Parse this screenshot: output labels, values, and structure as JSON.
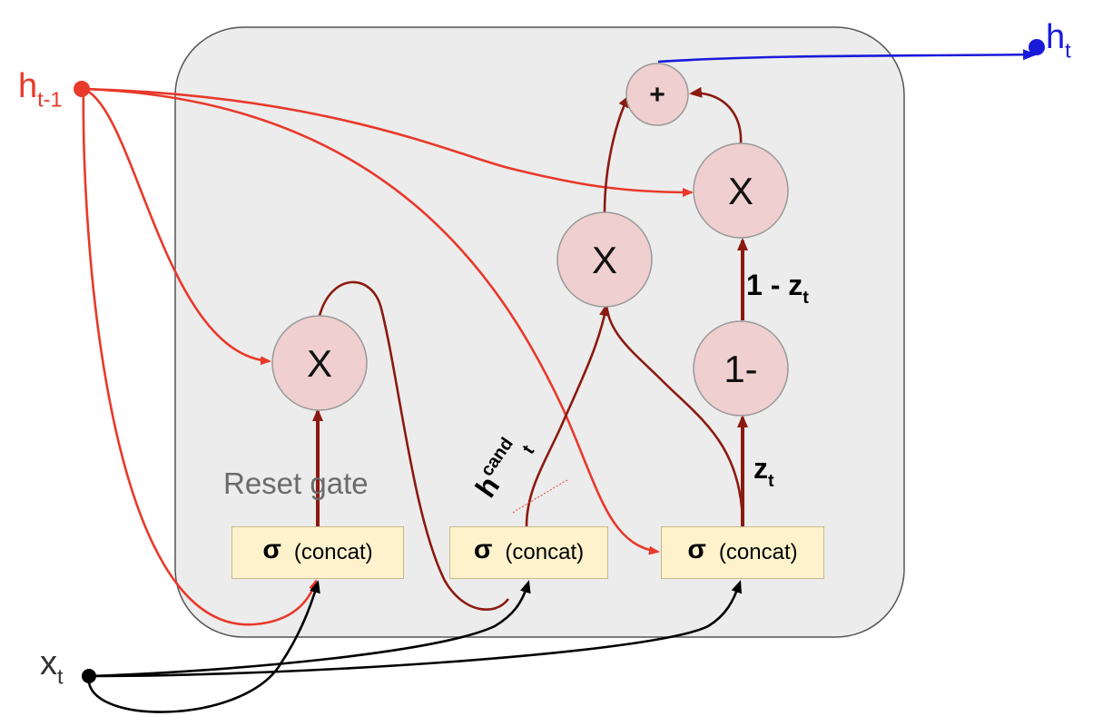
{
  "inputs": {
    "h_prev": {
      "base": "h",
      "sub": "t-1"
    },
    "x": {
      "base": "x",
      "sub": "t"
    },
    "h_out": {
      "base": "h",
      "sub": "t"
    }
  },
  "ops": {
    "reset_mult": "X",
    "cand_mult": "X",
    "keep_mult": "X",
    "one_minus": "1-",
    "add": "+"
  },
  "gates": [
    {
      "symbol": "σ",
      "text": "(concat)"
    },
    {
      "symbol": "σ",
      "text": "(concat)"
    },
    {
      "symbol": "σ",
      "text": "(concat)"
    }
  ],
  "labels": {
    "reset_gate": "Reset gate",
    "one_minus_z": {
      "base": "1 - z",
      "sub": "t"
    },
    "z": {
      "base": "z",
      "sub": "t"
    },
    "h_cand": {
      "base": "h",
      "sup": "cand",
      "sub": "t"
    }
  },
  "colors": {
    "h_prev_line": "#e8392a",
    "gate_line": "#8b1a10",
    "x_line": "#000000",
    "output_line": "#1a1adb",
    "op_fill": "#efcfcf",
    "gate_fill": "#fdf2cc",
    "cell_fill": "#ececec"
  }
}
